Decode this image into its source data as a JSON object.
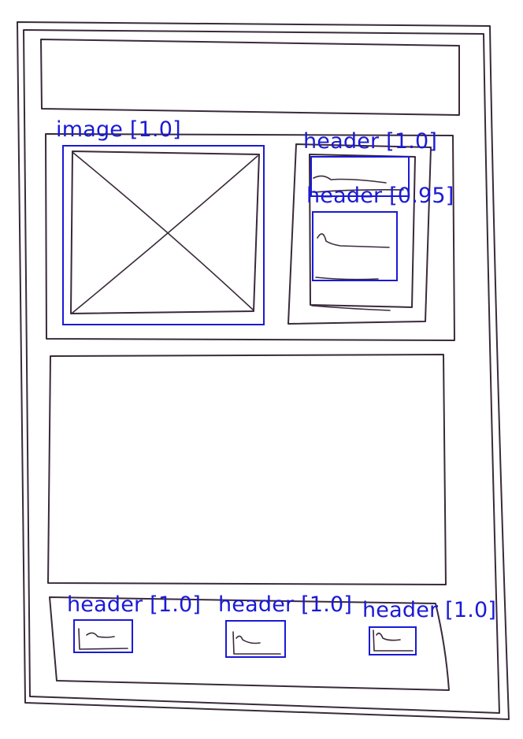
{
  "detections": {
    "image_main": {
      "label": "image",
      "score": "[1.0]"
    },
    "header_top": {
      "label": "header",
      "score": "[1.0]"
    },
    "header_mid": {
      "label": "header",
      "score": "[0.95]"
    },
    "header_bottom_1": {
      "label": "header",
      "score": "[1.0]"
    },
    "header_bottom_2": {
      "label": "header",
      "score": "[1.0]"
    },
    "header_bottom_3": {
      "label": "header",
      "score": "[1.0]"
    }
  },
  "colors": {
    "ink": "#3a2a3a",
    "detection": "#1a1ad6",
    "paper": "#ffffff"
  }
}
